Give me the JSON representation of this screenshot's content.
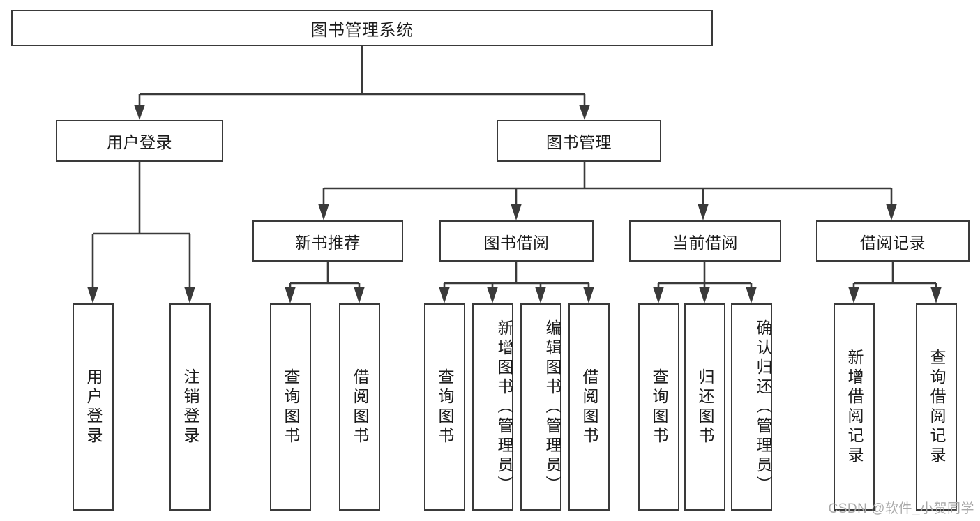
{
  "diagram": {
    "type": "hierarchy-tree",
    "title": "图书管理系统",
    "root": {
      "id": "root",
      "label": "图书管理系统"
    },
    "level1": [
      {
        "id": "user-login",
        "label": "用户登录"
      },
      {
        "id": "book-manage",
        "label": "图书管理"
      }
    ],
    "level2": [
      {
        "id": "new-book-rec",
        "label": "新书推荐",
        "parent": "book-manage"
      },
      {
        "id": "book-borrow",
        "label": "图书借阅",
        "parent": "book-manage"
      },
      {
        "id": "current-borrow",
        "label": "当前借阅",
        "parent": "book-manage"
      },
      {
        "id": "borrow-record",
        "label": "借阅记录",
        "parent": "book-manage"
      }
    ],
    "leaves": [
      {
        "id": "leaf-user-login",
        "label": "用户登录",
        "parent": "user-login",
        "align": "middle"
      },
      {
        "id": "leaf-logout",
        "label": "注销登录",
        "parent": "user-login",
        "align": "middle"
      },
      {
        "id": "leaf-query-book-1",
        "label": "查询图书",
        "parent": "new-book-rec",
        "align": "middle"
      },
      {
        "id": "leaf-borrow-book-1",
        "label": "借阅图书",
        "parent": "new-book-rec",
        "align": "middle"
      },
      {
        "id": "leaf-query-book-2",
        "label": "查询图书",
        "parent": "book-borrow",
        "align": "middle"
      },
      {
        "id": "leaf-add-book",
        "label": "新增图书（管理员）",
        "parent": "book-borrow",
        "align": "top"
      },
      {
        "id": "leaf-edit-book",
        "label": "编辑图书（管理员）",
        "parent": "book-borrow",
        "align": "top"
      },
      {
        "id": "leaf-borrow-book-2",
        "label": "借阅图书",
        "parent": "book-borrow",
        "align": "middle"
      },
      {
        "id": "leaf-query-book-3",
        "label": "查询图书",
        "parent": "current-borrow",
        "align": "middle"
      },
      {
        "id": "leaf-return-book",
        "label": "归还图书",
        "parent": "current-borrow",
        "align": "middle"
      },
      {
        "id": "leaf-confirm-return",
        "label": "确认归还（管理员）",
        "parent": "current-borrow",
        "align": "top"
      },
      {
        "id": "leaf-add-record",
        "label": "新增借阅记录",
        "parent": "borrow-record",
        "align": "middle"
      },
      {
        "id": "leaf-query-record",
        "label": "查询借阅记录",
        "parent": "borrow-record",
        "align": "middle"
      }
    ],
    "colors": {
      "stroke": "#3a3a3a",
      "fill": "#ffffff",
      "text": "#1b1b1b",
      "watermark": "#a9a9a9"
    }
  },
  "watermark": {
    "text": "CSDN @软件_小贺同学"
  }
}
